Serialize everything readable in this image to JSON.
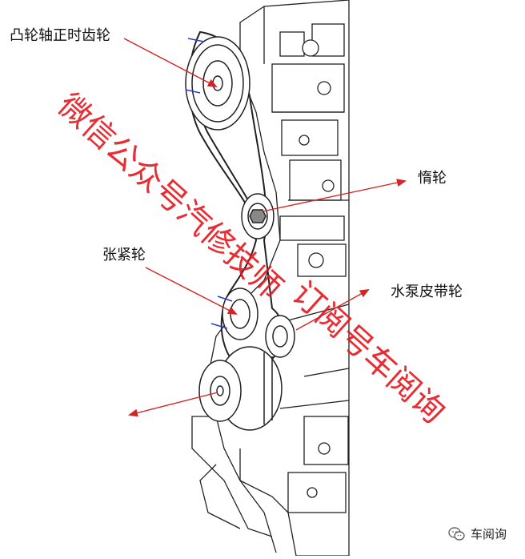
{
  "labels": {
    "camshaft_gear": "凸轮轴正时齿轮",
    "idler_pulley": "惰轮",
    "tensioner": "张紧轮",
    "water_pump_pulley": "水泵皮带轮"
  },
  "watermark": {
    "line1": "微信公众号汽修技师",
    "line2": "订阅号车阅询",
    "color": "#e8141c"
  },
  "badge": {
    "icon": "wechat-icon",
    "text": "车阅询"
  },
  "arrow_color": "#d42424"
}
